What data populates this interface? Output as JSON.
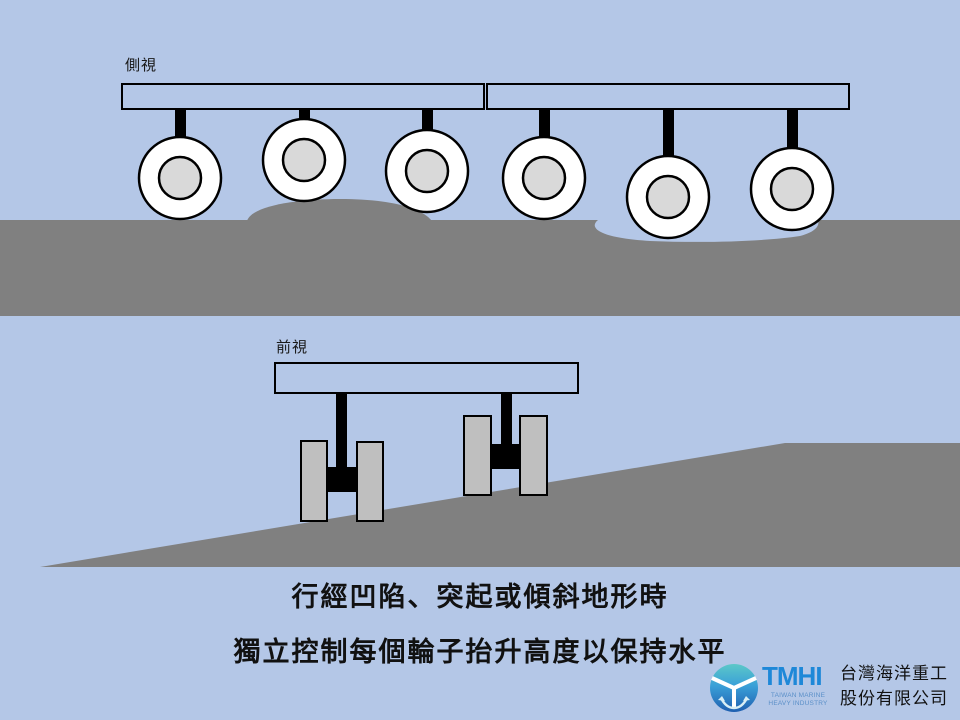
{
  "diagram": {
    "background": "#b4c7e7",
    "colors": {
      "ground": "#808080",
      "beam_fill": "#b4c7e7",
      "outline": "#000000",
      "tire": "#ffffff",
      "hub": "#d9d9d9",
      "front_wheel": "#bfbfbf"
    },
    "side_view": {
      "label": "側視",
      "terrain_features": [
        "bump",
        "dip"
      ],
      "beams": [
        {
          "name": "front-beam",
          "wheel_count": 3
        },
        {
          "name": "rear-beam",
          "wheel_count": 3
        }
      ],
      "wheel_count": 6,
      "wheel_states": [
        "level-ground",
        "on-bump",
        "bump-edge",
        "level-ground",
        "in-dip",
        "dip-edge"
      ]
    },
    "front_view": {
      "label": "前視",
      "terrain_features": [
        "slope"
      ],
      "wheel_assemblies": 2
    },
    "captions": [
      "行經凹陷、突起或傾斜地形時",
      "獨立控制每個輪子抬升高度以保持水平"
    ]
  },
  "logo": {
    "brand": "TMHI",
    "subtitle_line1": "TAIWAN MARINE",
    "subtitle_line2": "HEAVY INDUSTRY",
    "company_line1": "台灣海洋重工",
    "company_line2": "股份有限公司",
    "icon": "tmhi-logo-icon",
    "colors": {
      "brand": "#1e88d8",
      "teal": "#5cc8c8",
      "blue": "#1f6fc0"
    }
  }
}
